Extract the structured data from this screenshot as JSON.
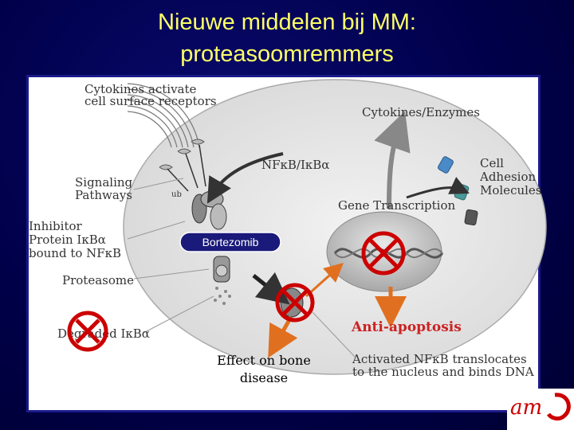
{
  "slide": {
    "title_line1": "Nieuwe middelen bij MM:",
    "title_line2": "proteasoomremmers"
  },
  "diagram": {
    "cytokines_activate_1": "Cytokines activate",
    "cytokines_activate_2": "cell surface receptors",
    "cytokines_enzymes": "Cytokines/Enzymes",
    "nfkb_ikb": "NFκB/IκBα",
    "cell_adhesion_1": "Cell",
    "cell_adhesion_2": "Adhesion",
    "cell_adhesion_3": "Molecules",
    "signaling_1": "Signaling",
    "signaling_2": "Pathways",
    "gene_transcription": "Gene Transcription",
    "inhibitor_1": "Inhibitor",
    "inhibitor_2": "Protein IκBα",
    "inhibitor_3": "bound to NFκB",
    "bortezomib": "Bortezomib",
    "proteasome": "Proteasome",
    "degraded": "Degraded IκBα",
    "anti_apoptosis": "Anti-apoptosis",
    "effect_1": "Effect on bone",
    "effect_2": "disease",
    "activated_1": "Activated NFκB translocates",
    "activated_2": "to the nucleus and binds DNA",
    "ub": "ub"
  },
  "colors": {
    "title": "#ffff66",
    "cross": "#cc0000",
    "arrow_orange": "#e07020",
    "anti_apoptosis": "#cc2222"
  },
  "logo": {
    "text": "am"
  }
}
